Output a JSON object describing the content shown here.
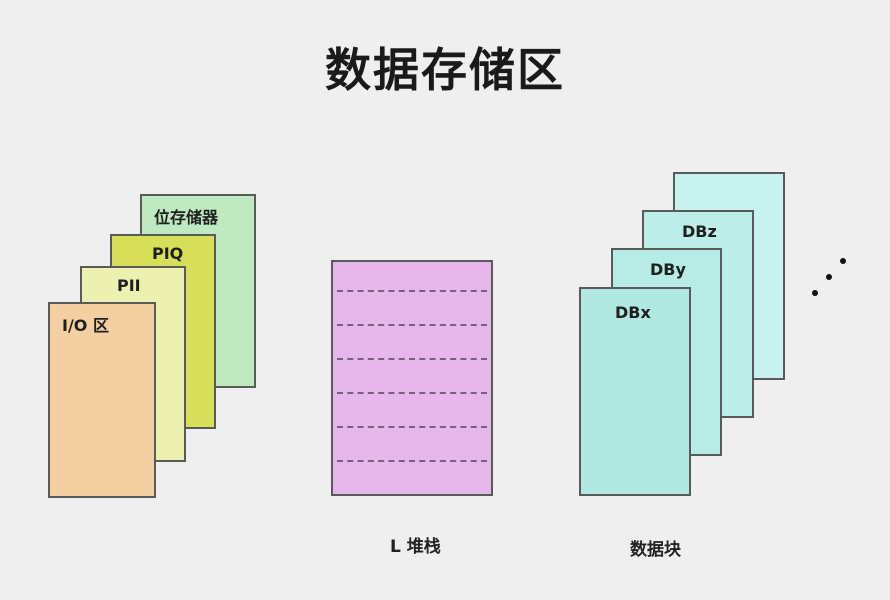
{
  "title": "数据存储区",
  "left_stack": {
    "cards": [
      "位存储器",
      "PIQ",
      "PII",
      "I/O 区"
    ]
  },
  "middle_stack": {
    "caption": "L 堆栈"
  },
  "right_stack": {
    "cards": [
      "DBz",
      "DBy",
      "DBx"
    ],
    "caption": "数据块"
  }
}
